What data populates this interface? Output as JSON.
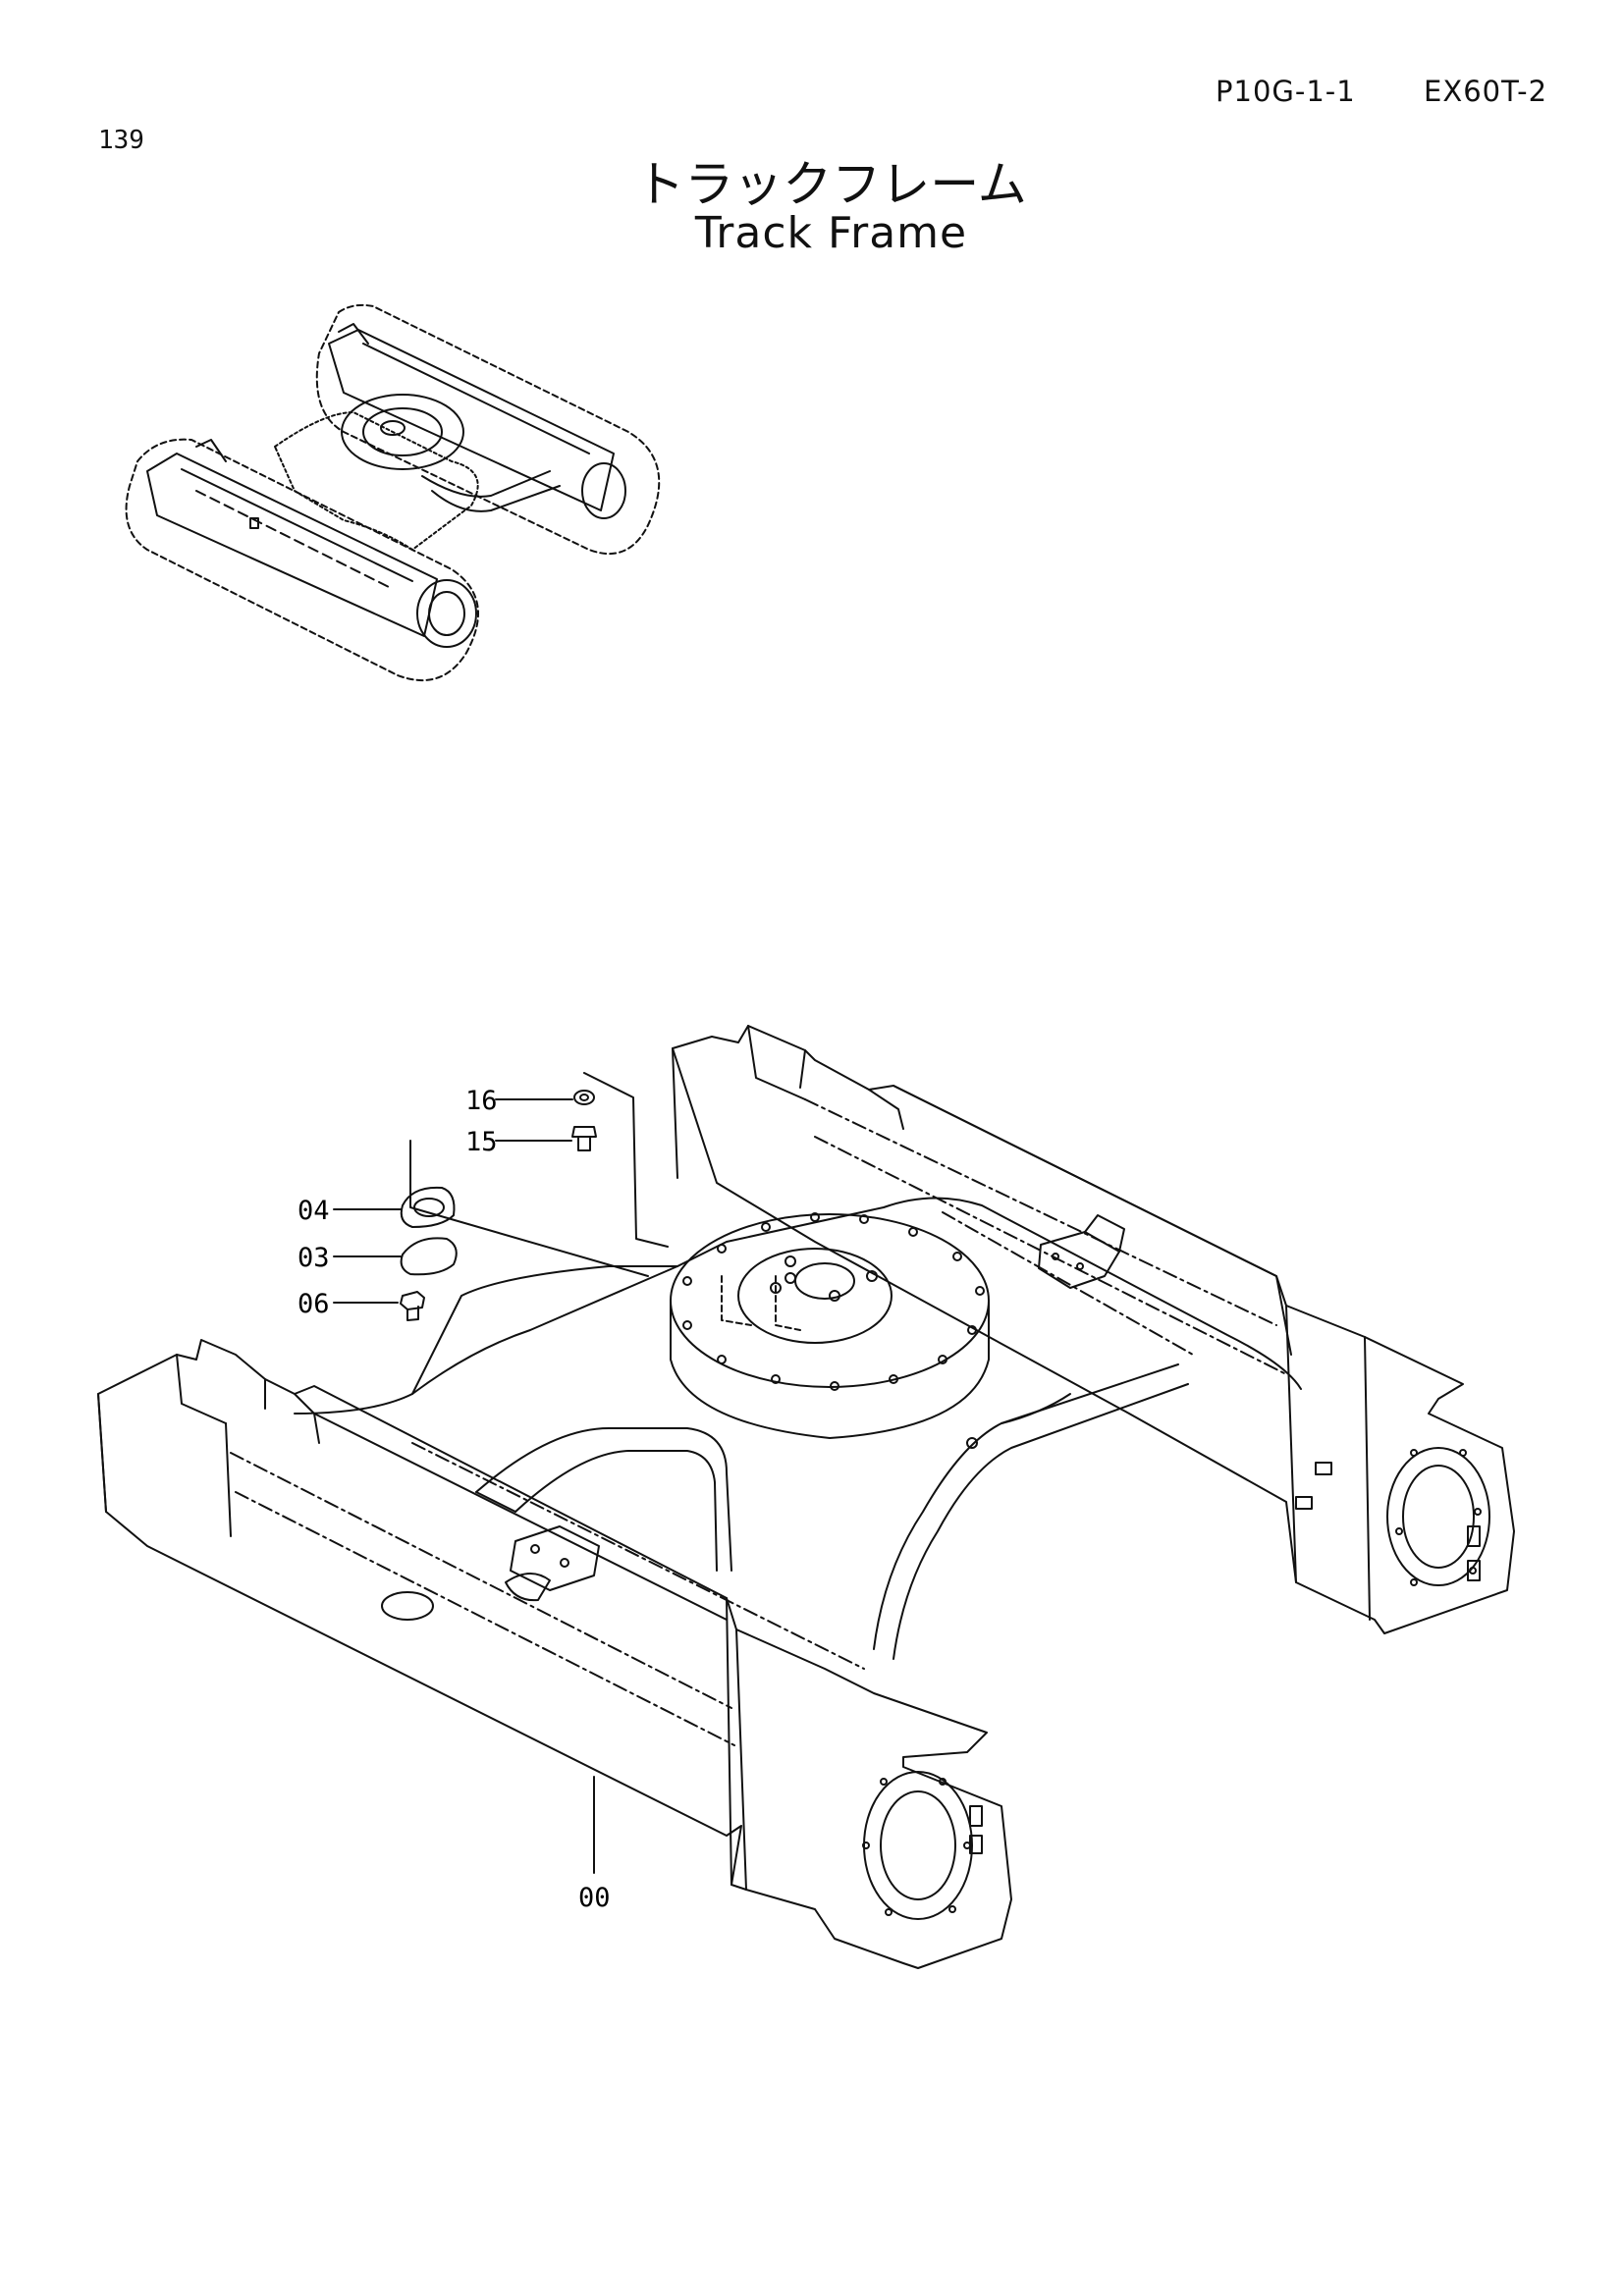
{
  "header": {
    "page_number": "139",
    "page_code": "P10G-1-1",
    "model_code": "EX60T-2",
    "title_jp": "トラックフレーム",
    "title_en": "Track Frame"
  },
  "callouts": [
    {
      "id": "16"
    },
    {
      "id": "15"
    },
    {
      "id": "04"
    },
    {
      "id": "03"
    },
    {
      "id": "06"
    },
    {
      "id": "00"
    }
  ]
}
